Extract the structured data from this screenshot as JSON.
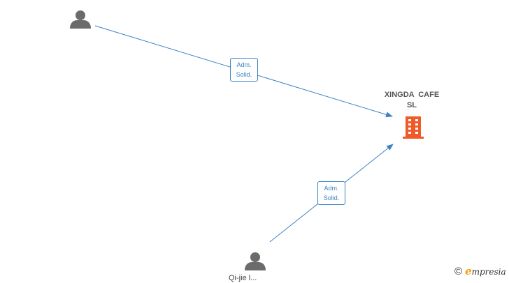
{
  "company": {
    "name": "XINGDA CAFE SL",
    "icon": "building-icon",
    "icon_color": "#f05a28"
  },
  "people": [
    {
      "label": "",
      "icon": "person-icon"
    },
    {
      "label": "Qi-jie l...",
      "icon": "person-icon"
    }
  ],
  "relations": [
    {
      "from": 0,
      "line1": "Adm.",
      "line2": "Solid."
    },
    {
      "from": 1,
      "line1": "Adm.",
      "line2": "Solid."
    }
  ],
  "colors": {
    "edge": "#3b82c4",
    "person": "#6b6b6b"
  },
  "brand": {
    "copyright_symbol": "©",
    "initial": "e",
    "rest": "mpresia"
  }
}
